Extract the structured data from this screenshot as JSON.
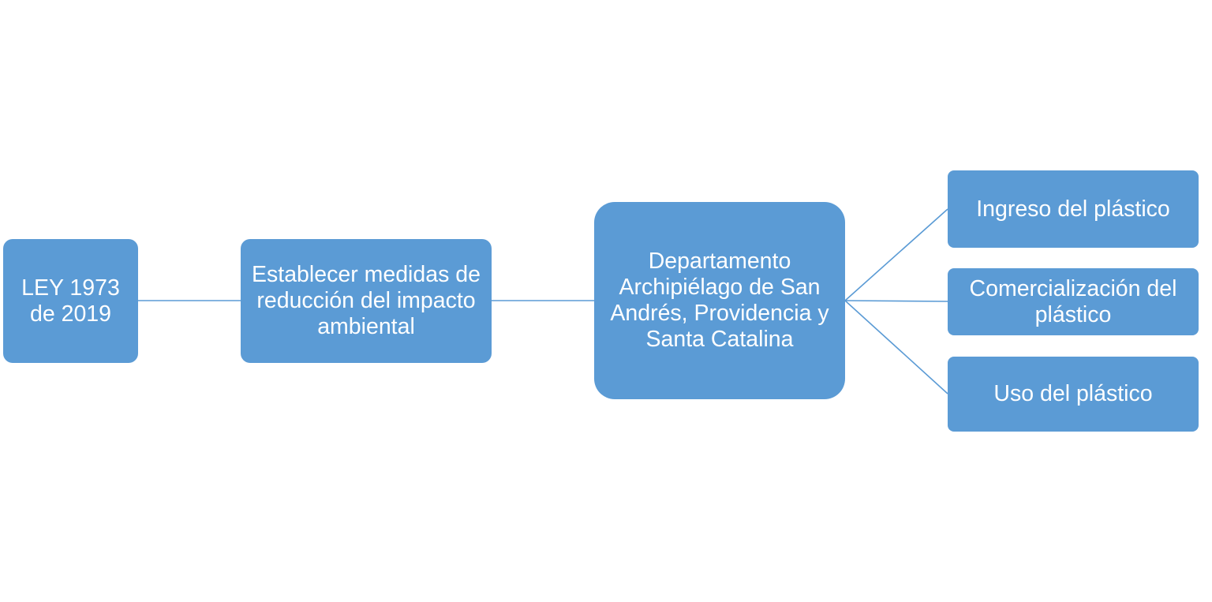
{
  "diagram": {
    "colors": {
      "node_fill": "#5b9bd5",
      "node_text": "#ffffff",
      "connector": "#5b9bd5",
      "background": "#ffffff"
    },
    "nodes": {
      "ley": {
        "label": "LEY 1973 de 2019"
      },
      "medidas": {
        "label": "Establecer medidas de reducción del impacto ambiental"
      },
      "departamento": {
        "label": "Departamento Archipiélago de San Andrés, Providencia y Santa Catalina"
      },
      "ingreso": {
        "label": "Ingreso del plástico"
      },
      "comercializacion": {
        "label": "Comercialización del plástico"
      },
      "uso": {
        "label": "Uso del plástico"
      }
    },
    "edges": [
      {
        "from": "ley",
        "to": "medidas"
      },
      {
        "from": "medidas",
        "to": "departamento"
      },
      {
        "from": "departamento",
        "to": "ingreso"
      },
      {
        "from": "departamento",
        "to": "comercializacion"
      },
      {
        "from": "departamento",
        "to": "uso"
      }
    ]
  }
}
